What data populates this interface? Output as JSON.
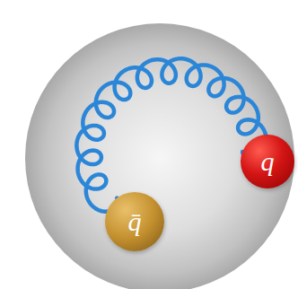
{
  "diagram": {
    "nodes": [
      {
        "text": [
          "q"
        ]
      },
      {
        "text": [
          "q̄"
        ]
      }
    ],
    "edges": [
      {
        "from": 0,
        "to": 1,
        "arrow": "none"
      }
    ]
  }
}
